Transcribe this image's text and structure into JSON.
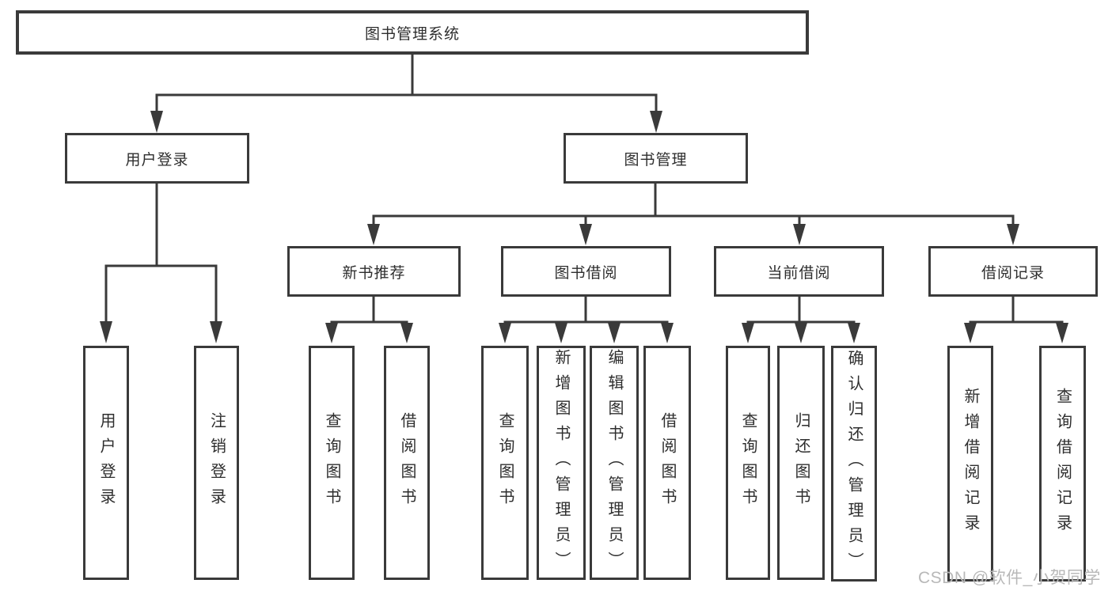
{
  "diagram": {
    "type": "hierarchy-tree",
    "root": {
      "label": "图书管理系统",
      "children": [
        {
          "label": "用户登录",
          "children": [
            {
              "label": "用户登录"
            },
            {
              "label": "注销登录"
            }
          ]
        },
        {
          "label": "图书管理",
          "children": [
            {
              "label": "新书推荐",
              "children": [
                {
                  "label": "查询图书"
                },
                {
                  "label": "借阅图书"
                }
              ]
            },
            {
              "label": "图书借阅",
              "children": [
                {
                  "label": "查询图书"
                },
                {
                  "label": "新增图书（管理员）"
                },
                {
                  "label": "编辑图书（管理员）"
                },
                {
                  "label": "借阅图书"
                }
              ]
            },
            {
              "label": "当前借阅",
              "children": [
                {
                  "label": "查询图书"
                },
                {
                  "label": "归还图书"
                },
                {
                  "label": "确认归还（管理员）"
                }
              ]
            },
            {
              "label": "借阅记录",
              "children": [
                {
                  "label": "新增借阅记录"
                },
                {
                  "label": "查询借阅记录"
                }
              ]
            }
          ]
        }
      ]
    }
  },
  "watermark": {
    "text": "CSDN @软件_小贺同学"
  },
  "colors": {
    "line": "#3a3a3a",
    "box_border": "#3a3a3a",
    "text": "#2e2e2e",
    "watermark": "#b8b8b8",
    "background": "#ffffff"
  }
}
